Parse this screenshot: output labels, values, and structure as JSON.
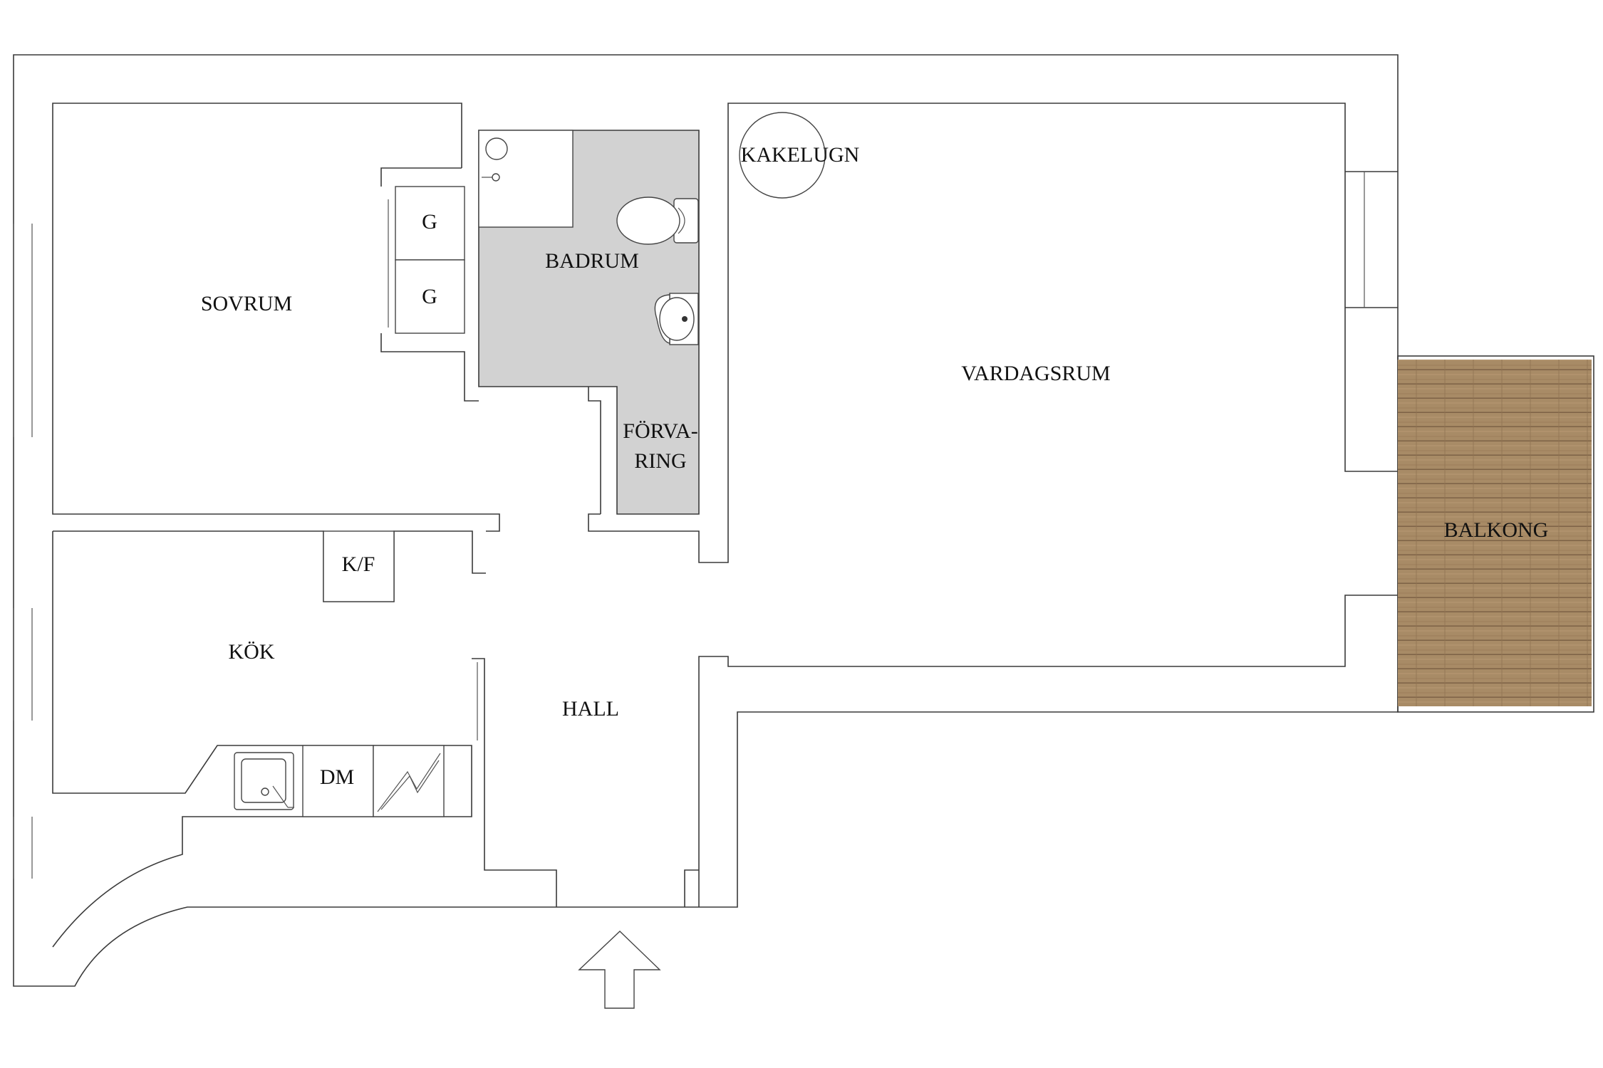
{
  "rooms": {
    "sovrum": "SOVRUM",
    "badrum": "BADRUM",
    "forvaring_line1": "FÖRVA-",
    "forvaring_line2": "RING",
    "kakelugn": "KAKELUGN",
    "vardagsrum": "VARDAGSRUM",
    "balkong": "BALKONG",
    "kok": "KÖK",
    "hall": "HALL"
  },
  "fixtures": {
    "wardrobe_1": "G",
    "wardrobe_2": "G",
    "fridge_freezer": "K/F",
    "dishwasher": "DM"
  },
  "colors": {
    "bathroom_fill": "#d2d2d2",
    "balcony_deck": "#a88b66",
    "balcony_plank_line": "#7d6246",
    "wall_line": "#3a3a3a"
  },
  "icons": {
    "entrance": "entrance-arrow-icon",
    "sink": "sink-icon",
    "stove": "stove-icon",
    "toilet": "toilet-icon",
    "washbasin": "washbasin-icon",
    "shower": "shower-icon",
    "tiled_stove": "tiled-stove-icon"
  }
}
